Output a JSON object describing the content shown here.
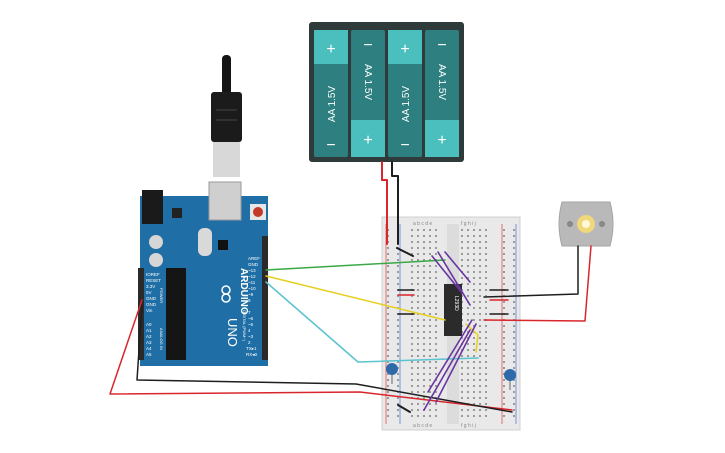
{
  "battery_pack": {
    "cells": [
      {
        "label": "AA 1.5V",
        "plus": "+",
        "minus": "−"
      },
      {
        "label": "AA 1.5V",
        "plus": "+",
        "minus": "−"
      },
      {
        "label": "AA 1.5V",
        "plus": "+",
        "minus": "−"
      },
      {
        "label": "AA 1.5V",
        "plus": "+",
        "minus": "−"
      }
    ]
  },
  "arduino": {
    "brand": "ARDUINO",
    "model": "UNO",
    "header_labels": [
      "AREF",
      "GND",
      "~13",
      "~12",
      "~11",
      "~10",
      "~9",
      "8"
    ],
    "header_labels2": [
      "7",
      "~6",
      "~5",
      "4",
      "~3",
      "2",
      "TX▸1",
      "RX◂0"
    ],
    "power_labels": [
      "IOREF",
      "RESET",
      "3.3V",
      "5V",
      "GND",
      "GND",
      "Vin"
    ],
    "analog_labels": [
      "A0",
      "A1",
      "A2",
      "A3",
      "A4",
      "A5"
    ],
    "side_text_power": "POWER",
    "side_text_analog": "ANALOG IN",
    "side_text_digital": "DIGITAL (PWM~)"
  },
  "breadboard": {
    "col_letters_left": "a b c d e",
    "col_letters_right": "f g h i j",
    "chip_label": "L293D"
  },
  "colors": {
    "battery_body": "#2f3b3b",
    "cell_teal": "#4abfbd",
    "cell_dark": "#2d7f80",
    "arduino_blue": "#1f6fa6",
    "wire_red": "#d9262c",
    "wire_black": "#1e1e1e",
    "wire_green": "#3aa845",
    "wire_yellow": "#e6cf1d",
    "wire_cyan": "#59c3cf",
    "wire_purple": "#6a35a0",
    "breadboard": "#e9e9e9",
    "motor": "#b9b9b9"
  }
}
